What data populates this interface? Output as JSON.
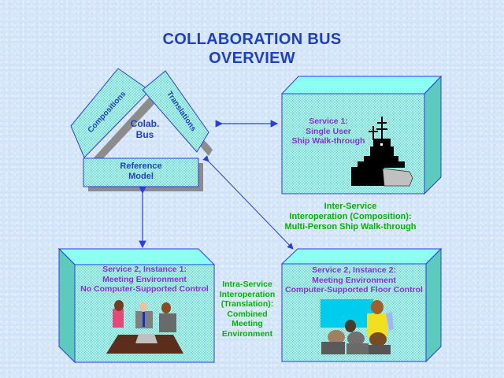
{
  "title": {
    "line1": "COLLABORATION BUS",
    "line2": "OVERVIEW"
  },
  "colab_bus": {
    "label_line1": "Colab.",
    "label_line2": "Bus",
    "left_bar": "Compositions",
    "right_bar": "Translations",
    "base_line1": "Reference",
    "base_line2": "Model"
  },
  "service1": {
    "line1": "Service 1:",
    "line2": "Single User",
    "line3": "Ship Walk-through",
    "clipart": "battleship-icon"
  },
  "inter_service": {
    "line1": "Inter-Service",
    "line2": "Interoperation (Composition):",
    "line3": "Multi-Person Ship Walk-through"
  },
  "service2_instance1": {
    "line1": "Service 2, Instance 1:",
    "line2": "Meeting Environment",
    "line3": "No Computer-Supported Control",
    "clipart": "meeting-table-icon"
  },
  "service2_instance2": {
    "line1": "Service 2, Instance 2:",
    "line2": "Meeting Environment",
    "line3": "Computer-Supported Floor Control",
    "clipart": "presenter-audience-icon"
  },
  "intra_service": {
    "line1": "Intra-Service",
    "line2": "Interoperation",
    "line3": "(Translation):",
    "line4": "Combined",
    "line5": "Meeting",
    "line6": "Environment"
  },
  "colors": {
    "title": "#1f3fc8",
    "box_front": "#b8f4ec",
    "box_top": "#8cfff2",
    "box_side": "#5ccabd",
    "outline": "#2a3ee0",
    "service_text": "#8a2be2",
    "annotation_text": "#00b400",
    "arrow": "#2a3ee0"
  }
}
